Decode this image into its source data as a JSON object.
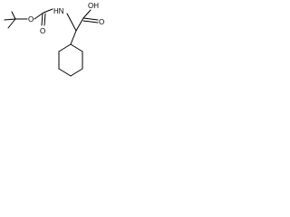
{
  "molecule": {
    "atoms": {
      "carbonyl_oxygen_boc": "O",
      "ester_oxygen_boc": "O",
      "amide_nitrogen": "HN",
      "acid_carbonyl_oxygen": "O",
      "acid_hydroxyl": "OH"
    }
  },
  "colors": {
    "bond": "#000000",
    "background": "#ffffff"
  }
}
